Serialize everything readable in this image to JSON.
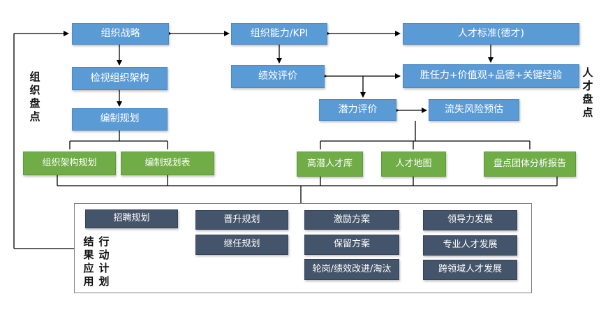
{
  "colors": {
    "blue": "#5b9bd5",
    "green": "#70ad47",
    "dark": "#44546a",
    "line": "#000000"
  },
  "top": {
    "org_strategy": "组织战略",
    "review_org": "检视组织架构",
    "staffing_plan": "编制规划",
    "org_capability": "组织能力/KPI",
    "performance": "绩效评价",
    "talent_standard": "人才标准(德才)",
    "competency": "胜任力+价值观+品德+关键经验",
    "potential": "潜力评价",
    "turnover_risk": "流失风险预估"
  },
  "outputs": {
    "org_structure_plan": "组织架构规划",
    "staffing_table": "编制规划表",
    "high_potential_pool": "高潜人才库",
    "talent_map": "人才地图",
    "group_report": "盘点团体分析报告"
  },
  "actions": {
    "recruit": "招聘规划",
    "promotion": "晋升规划",
    "succession": "继任规划",
    "incentive": "激励方案",
    "retention": "保留方案",
    "rotation": "轮岗/绩效改进/淘汰",
    "leadership": "领导力发展",
    "professional": "专业人才发展",
    "cross_domain": "跨领域人才发展"
  },
  "labels": {
    "org_review": "组织盘点",
    "talent_review": "人才盘点",
    "result_col1": "结果应用",
    "result_col2": "行动计划"
  }
}
